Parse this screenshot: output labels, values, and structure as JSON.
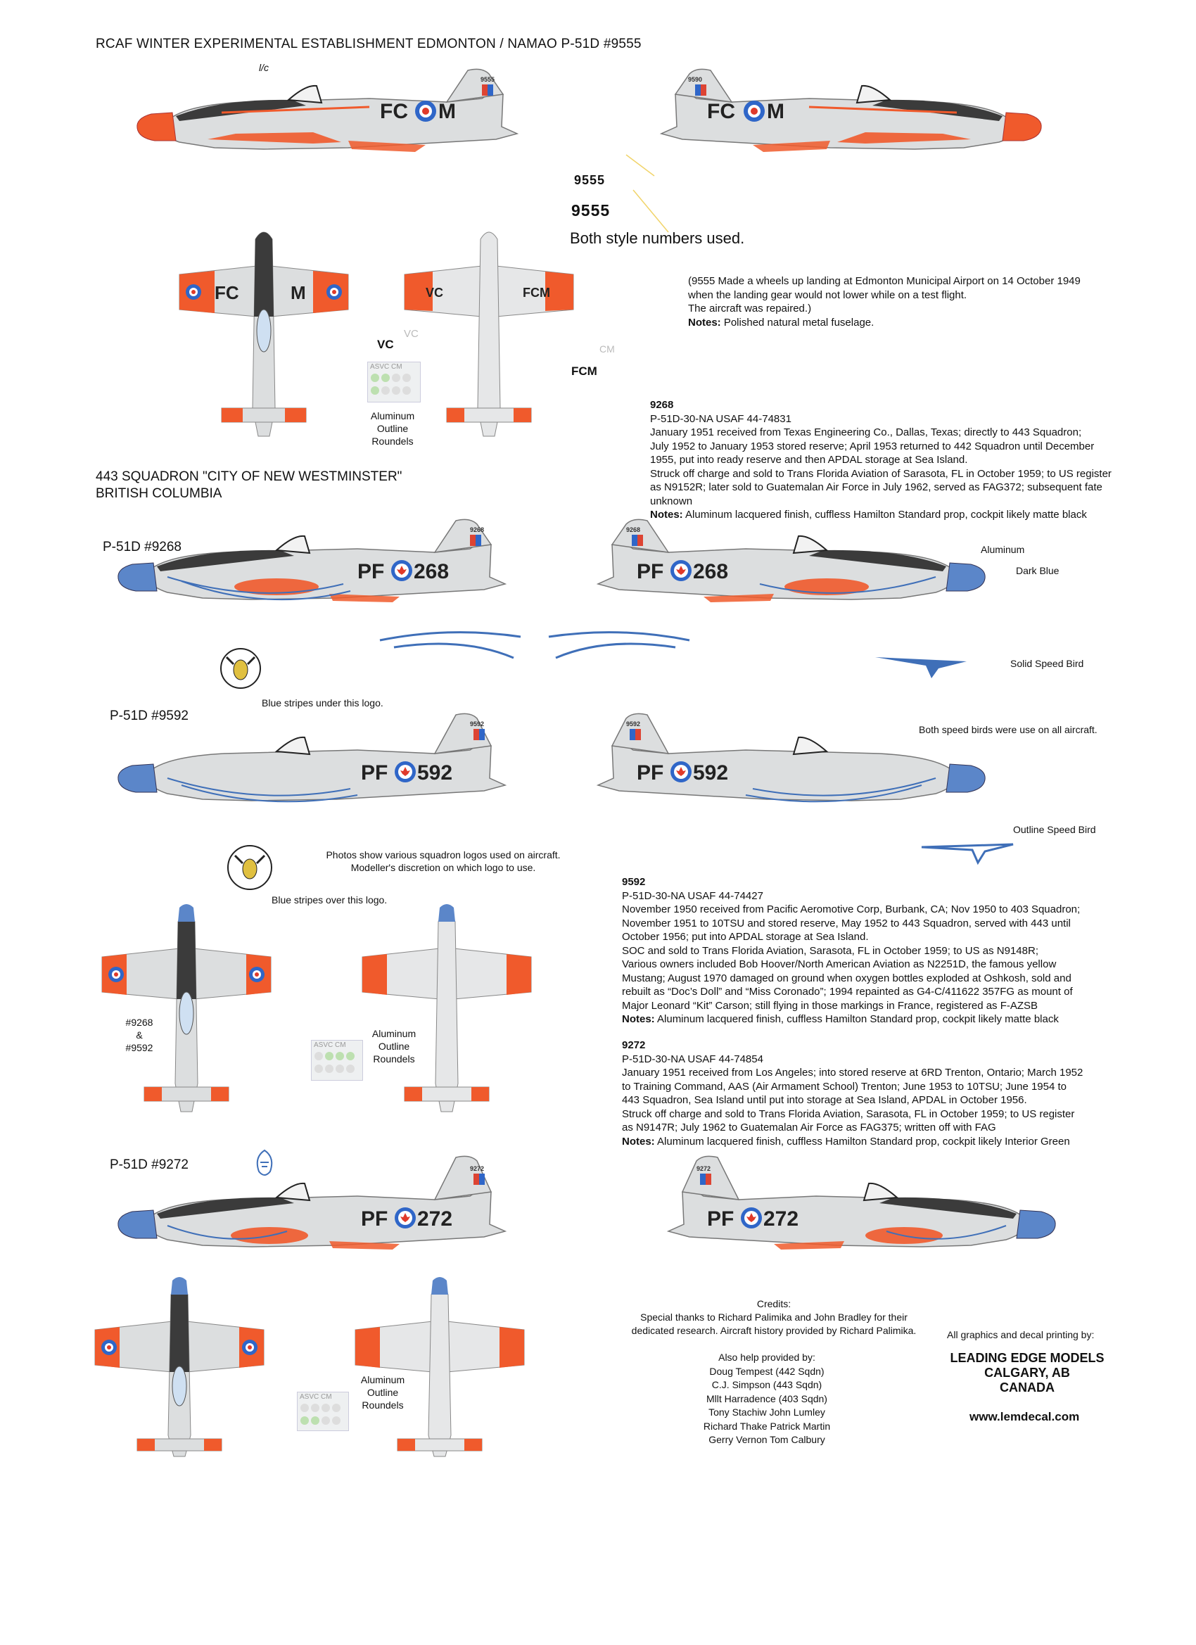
{
  "title": "RCAF WINTER EXPERIMENTAL ESTABLISHMENT  EDMONTON / NAMAO P-51D #9555",
  "tiny_label": "l/c",
  "a9555": {
    "code_left": "FC",
    "code_right": "M",
    "tail_serial": "9555",
    "tail_serial_right": "9590",
    "serial_small": "9555",
    "serial_bold": "9555",
    "both_styles": "Both style numbers used.",
    "top_wing_left": "FC",
    "top_wing_right": "M",
    "under_wing_left": "VC",
    "under_wing_right": "FCM",
    "label_vc": "VC",
    "label_vc_grey": "VC",
    "label_fcm": "FCM",
    "label_cm_grey": "CM",
    "roundel_label": [
      "Aluminum",
      "Outline",
      "Roundels"
    ],
    "asvc": "ASVC CM",
    "history": [
      "(9555 Made a wheels up landing at Edmonton Municipal Airport on 14 October 1949",
      "when the landing gear would not lower while on a test flight.",
      "The aircraft was repaired.)"
    ],
    "notes_label": "Notes:",
    "notes": " Polished natural metal fuselage."
  },
  "a9268_history": {
    "id": "9268",
    "model": "P-51D-30-NA  USAF 44-74831",
    "lines": [
      "January 1951 received from Texas Engineering Co., Dallas, Texas; directly to 443 Squadron;",
      "July 1952 to January 1953 stored reserve; April 1953 returned to 442 Squadron until December",
      "1955, put into ready reserve and then APDAL storage at Sea Island.",
      "Struck off charge and sold to Trans Florida Aviation of Sarasota, FL in October 1959; to US register",
      "as N9152R; later sold to Guatemalan Air Force in July 1962, served as FAG372; subsequent fate",
      "unknown"
    ],
    "notes_label": "Notes:",
    "notes": " Aluminum lacquered finish, cuffless Hamilton Standard prop, cockpit likely matte black"
  },
  "squadron": {
    "line1": "443 SQUADRON \"CITY OF NEW WESTMINSTER\"",
    "line2": "BRITISH COLUMBIA"
  },
  "a9268": {
    "label": "P-51D #9268",
    "code_left": "PF",
    "code_right": "268",
    "tail_serial": "9268",
    "aluminum": "Aluminum",
    "dark_blue": "Dark Blue",
    "solid_speed_bird": "Solid Speed Bird",
    "logo_note": "Blue stripes under this logo."
  },
  "a9592": {
    "label": "P-51D #9592",
    "code_left": "PF",
    "code_right": "592",
    "tail_serial": "9592",
    "both_speed_birds": "Both speed birds were use on all aircraft.",
    "outline_speed_bird": "Outline Speed Bird",
    "photos_note": [
      "Photos show various squadron logos used on aircraft.",
      "Modeller's discretion on which logo to use."
    ],
    "logo_note": "Blue stripes over this logo.",
    "plan_label": [
      "#9268",
      "&",
      "#9592"
    ],
    "roundel_label": [
      "Aluminum",
      "Outline",
      "Roundels"
    ],
    "asvc": "ASVC CM"
  },
  "a9592_history": {
    "id": "9592",
    "model": "P-51D-30-NA  USAF 44-74427",
    "lines": [
      "November 1950 received from Pacific Aeromotive Corp, Burbank, CA; Nov 1950 to 403 Squadron;",
      "November 1951 to 10TSU and stored reserve, May 1952 to 443 Squadron, served with 443 until",
      "October 1956; put into APDAL storage at Sea Island.",
      "SOC and sold to Trans Florida Aviation, Sarasota, FL in October 1959; to US as N9148R;",
      "Various owners included Bob Hoover/North American Aviation as N2251D, the famous yellow",
      "Mustang; August 1970 damaged on ground when oxygen bottles exploded at Oshkosh, sold and",
      "rebuilt as “Doc’s Doll” and “Miss Coronado”; 1994 repainted as G4-C/411622 357FG as mount of",
      "Major Leonard “Kit” Carson; still flying in those markings in France, registered as F-AZSB"
    ],
    "notes_label": "Notes:",
    "notes": " Aluminum lacquered finish, cuffless Hamilton Standard prop, cockpit likely matte black"
  },
  "a9272_history": {
    "id": "9272",
    "model": "P-51D-30-NA  USAF 44-74854",
    "lines": [
      "January 1951 received from Los Angeles; into stored reserve at 6RD Trenton, Ontario; March 1952",
      "to Training Command, AAS (Air Armament School) Trenton; June 1953 to 10TSU; June 1954 to",
      "443 Squadron, Sea Island until put into storage at Sea Island, APDAL in October 1956.",
      "Struck off charge and sold to Trans Florida Aviation, Sarasota, FL in October 1959; to US register",
      "as N9147R; July 1962 to Guatemalan Air Force as FAG375; written off with FAG"
    ],
    "notes_label": "Notes:",
    "notes": " Aluminum lacquered finish, cuffless Hamilton Standard prop, cockpit likely Interior Green"
  },
  "a9272": {
    "label": "P-51D #9272",
    "code_left": "PF",
    "code_right": "272",
    "tail_serial": "9272",
    "roundel_label": [
      "Aluminum",
      "Outline",
      "Roundels"
    ],
    "asvc": "ASVC CM"
  },
  "credits": {
    "heading": "Credits:",
    "line1": "Special thanks to Richard Palimika and John Bradley for their",
    "line2": "dedicated research.  Aircraft history provided by Richard Palimika.",
    "also": "Also help provided by:",
    "helpers": [
      "Doug Tempest  (442 Sqdn)",
      "C.J. Simpson  (443 Sqdn)",
      "Mllt Harradence  (403 Sqdn)",
      "Tony Stachiw     John Lumley",
      "Richard Thake    Patrick Martin",
      "Gerry Vernon     Tom Calbury"
    ],
    "graphics": "All graphics and decal printing by:",
    "company": [
      "LEADING EDGE MODELS",
      "CALGARY, AB",
      "CANADA"
    ],
    "url": "www.lemdecal.com"
  },
  "colors": {
    "orange": "#f05a2c",
    "blue_nose": "#5b86c9",
    "speed_bird": "#3f6fb8",
    "aluminum": "#d9dbdd",
    "panel": "#9a9ea3",
    "roundel_blue": "#2f66c8",
    "maple": "#e03a2a",
    "dark_anti_glare": "#3b3b3b"
  }
}
